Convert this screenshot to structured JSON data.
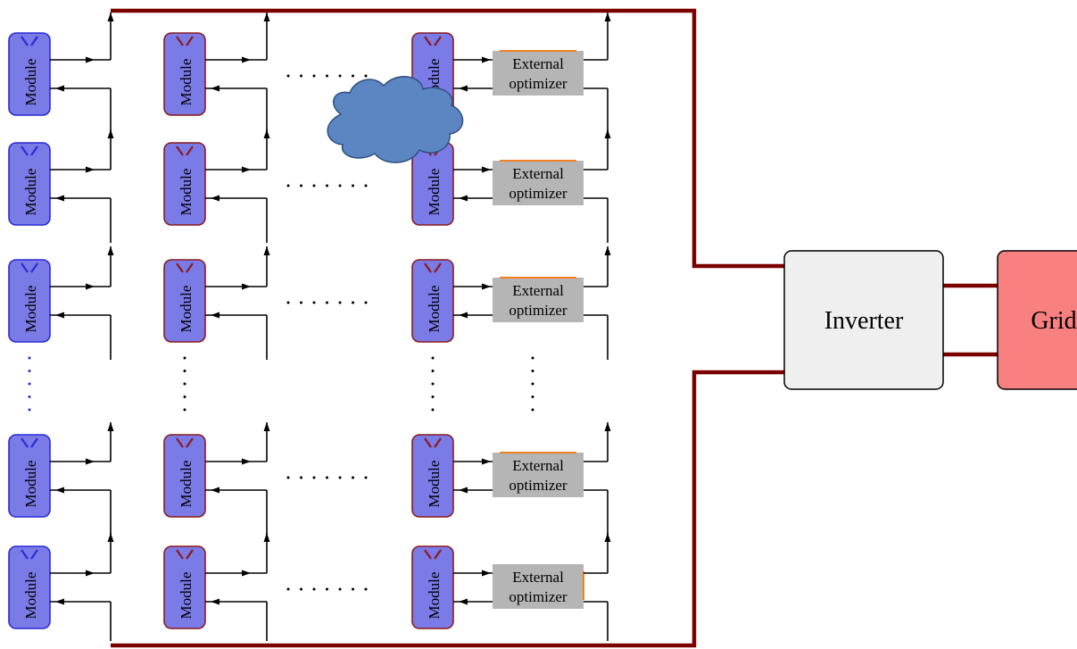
{
  "module_label": "Module",
  "optimizer_label_line1": "External",
  "optimizer_label_line2": "optimizer",
  "inverter_label": "Inverter",
  "grid_label": "Grid",
  "colors": {
    "module_fill": "#7b7be8",
    "module_border_blue": "#2a2ad6",
    "module_border_red": "#8b1a1a",
    "optimizer_fill": "#b5b5b5",
    "optimizer_accent": "#f08020",
    "bus": "#7a0000",
    "inverter_fill": "#efefef",
    "grid_fill": "#f88080",
    "cloud_fill": "#5b86c2",
    "cloud_stroke": "#2f4f80",
    "ellipsis_blue": "#2a2ad6"
  }
}
